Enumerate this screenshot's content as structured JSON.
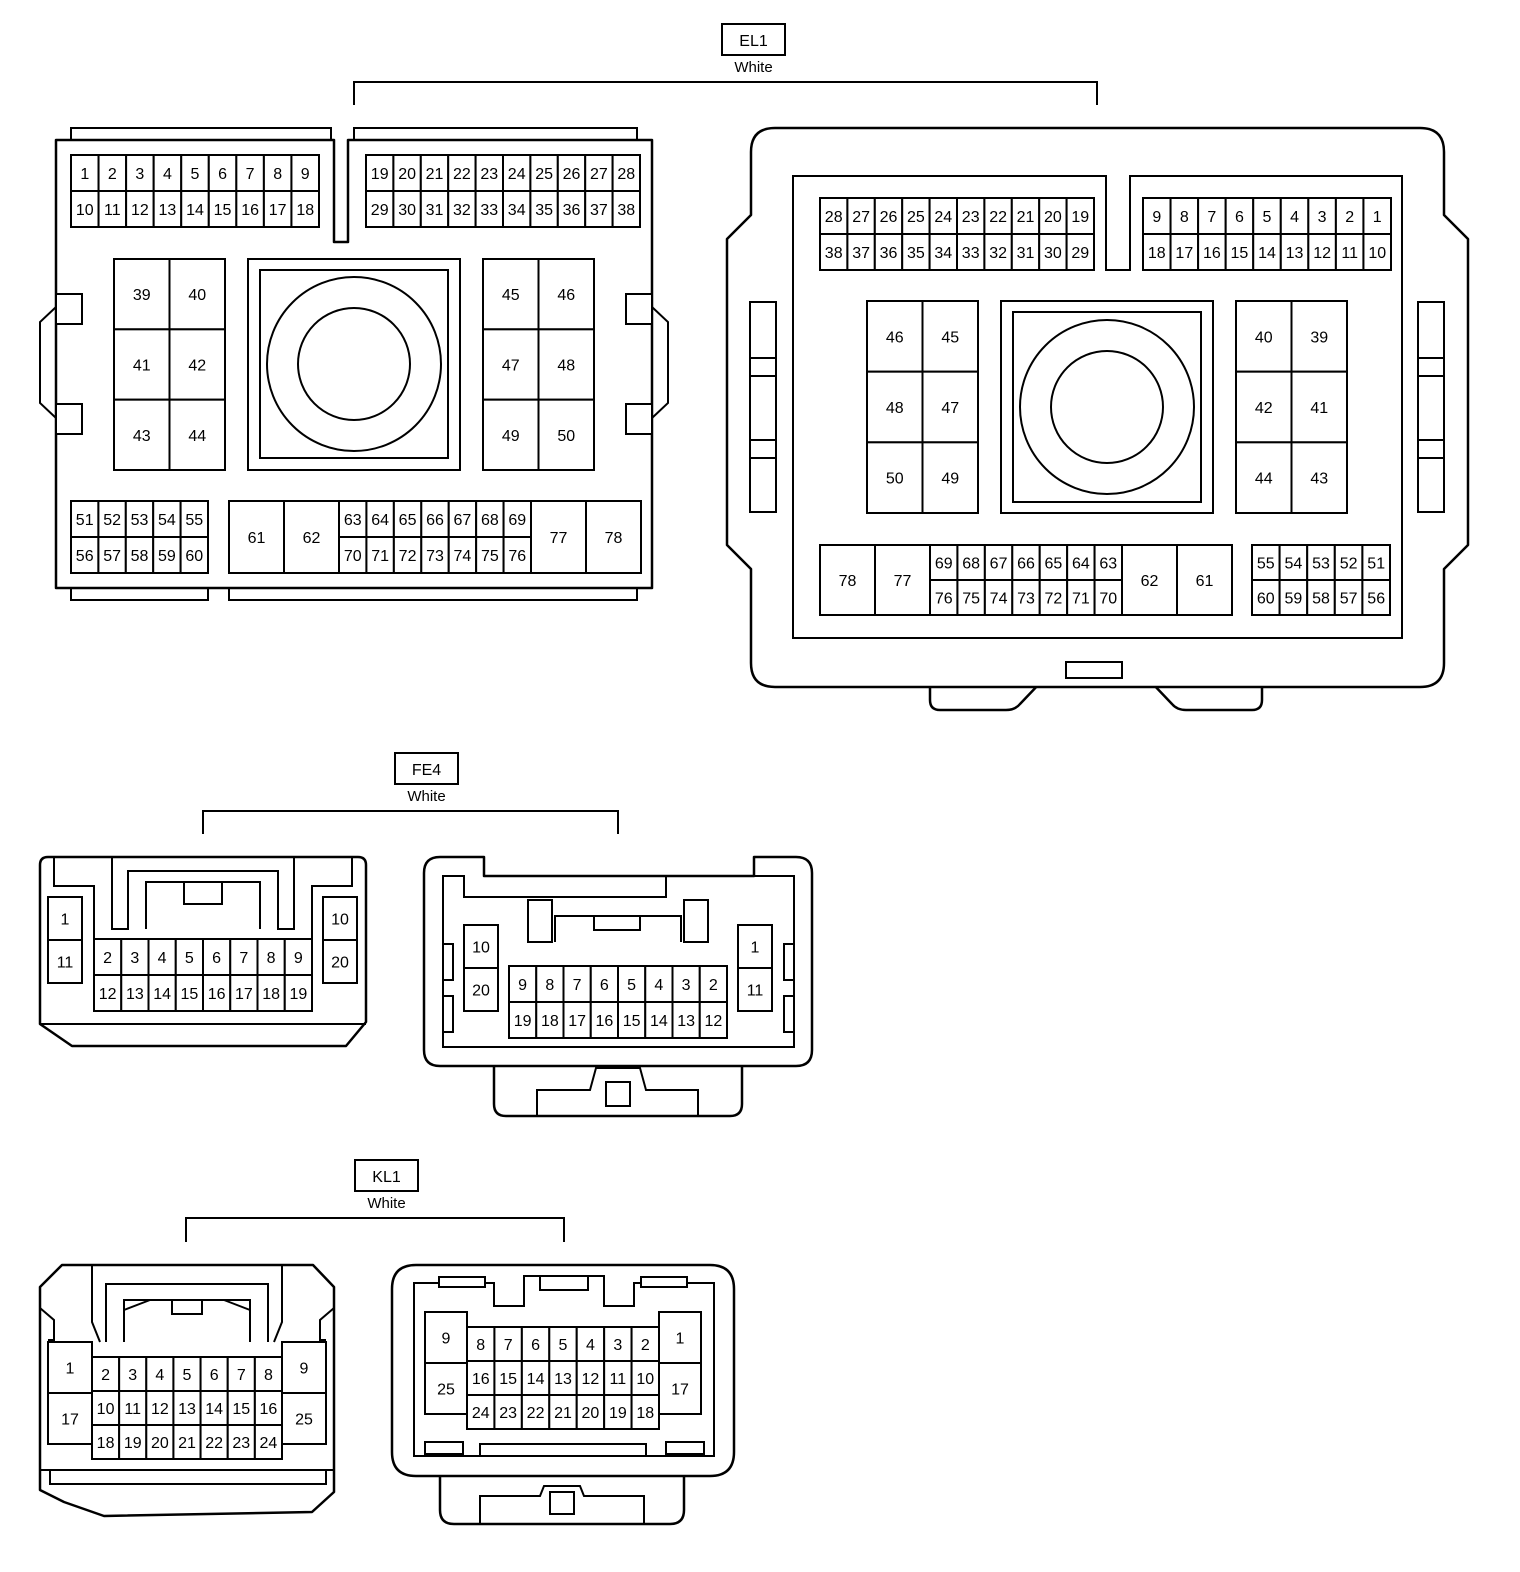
{
  "connectors": [
    {
      "id": "EL1",
      "tag": "EL1",
      "color_label": "White"
    },
    {
      "id": "FE4",
      "tag": "FE4",
      "color_label": "White"
    },
    {
      "id": "KL1",
      "tag": "KL1",
      "color_label": "White"
    }
  ],
  "el1_left_rows": [
    [
      "1",
      "2",
      "3",
      "4",
      "5",
      "6",
      "7",
      "8",
      "9"
    ],
    [
      "10",
      "11",
      "12",
      "13",
      "14",
      "15",
      "16",
      "17",
      "18"
    ],
    [
      "19",
      "20",
      "21",
      "22",
      "23",
      "24",
      "25",
      "26",
      "27",
      "28"
    ],
    [
      "29",
      "30",
      "31",
      "32",
      "33",
      "34",
      "35",
      "36",
      "37",
      "38"
    ],
    [
      "39",
      "40",
      "41",
      "42",
      "43",
      "44"
    ],
    [
      "45",
      "46",
      "47",
      "48",
      "49",
      "50"
    ],
    [
      "51",
      "52",
      "53",
      "54",
      "55"
    ],
    [
      "56",
      "57",
      "58",
      "59",
      "60"
    ],
    [
      "61",
      "62"
    ],
    [
      "63",
      "64",
      "65",
      "66",
      "67",
      "68",
      "69"
    ],
    [
      "70",
      "71",
      "72",
      "73",
      "74",
      "75",
      "76"
    ],
    [
      "77",
      "78"
    ]
  ],
  "el1_right_rows": [
    [
      "28",
      "27",
      "26",
      "25",
      "24",
      "23",
      "22",
      "21",
      "20",
      "19"
    ],
    [
      "38",
      "37",
      "36",
      "35",
      "34",
      "33",
      "32",
      "31",
      "30",
      "29"
    ],
    [
      "9",
      "8",
      "7",
      "6",
      "5",
      "4",
      "3",
      "2",
      "1"
    ],
    [
      "18",
      "17",
      "16",
      "15",
      "14",
      "13",
      "12",
      "11",
      "10"
    ],
    [
      "46",
      "45",
      "48",
      "47",
      "50",
      "49"
    ],
    [
      "40",
      "39",
      "42",
      "41",
      "44",
      "43"
    ],
    [
      "78",
      "77"
    ],
    [
      "69",
      "68",
      "67",
      "66",
      "65",
      "64",
      "63"
    ],
    [
      "76",
      "75",
      "74",
      "73",
      "72",
      "71",
      "70"
    ],
    [
      "62",
      "61"
    ],
    [
      "55",
      "54",
      "53",
      "52",
      "51"
    ],
    [
      "60",
      "59",
      "58",
      "57",
      "56"
    ]
  ],
  "fe4_left_rows": [
    [
      "1",
      "11"
    ],
    [
      "2",
      "3",
      "4",
      "5",
      "6",
      "7",
      "8",
      "9"
    ],
    [
      "12",
      "13",
      "14",
      "15",
      "16",
      "17",
      "18",
      "19"
    ],
    [
      "10",
      "20"
    ]
  ],
  "fe4_right_rows": [
    [
      "10",
      "20"
    ],
    [
      "9",
      "8",
      "7",
      "6",
      "5",
      "4",
      "3",
      "2"
    ],
    [
      "19",
      "18",
      "17",
      "16",
      "15",
      "14",
      "13",
      "12"
    ],
    [
      "1",
      "11"
    ]
  ],
  "kl1_left_rows": [
    [
      "1",
      "17"
    ],
    [
      "2",
      "3",
      "4",
      "5",
      "6",
      "7",
      "8"
    ],
    [
      "10",
      "11",
      "12",
      "13",
      "14",
      "15",
      "16"
    ],
    [
      "18",
      "19",
      "20",
      "21",
      "22",
      "23",
      "24"
    ],
    [
      "9",
      "25"
    ]
  ],
  "kl1_right_rows": [
    [
      "9",
      "25"
    ],
    [
      "8",
      "7",
      "6",
      "5",
      "4",
      "3",
      "2"
    ],
    [
      "16",
      "15",
      "14",
      "13",
      "12",
      "11",
      "10"
    ],
    [
      "24",
      "23",
      "22",
      "21",
      "20",
      "19",
      "18"
    ],
    [
      "1",
      "17"
    ]
  ]
}
